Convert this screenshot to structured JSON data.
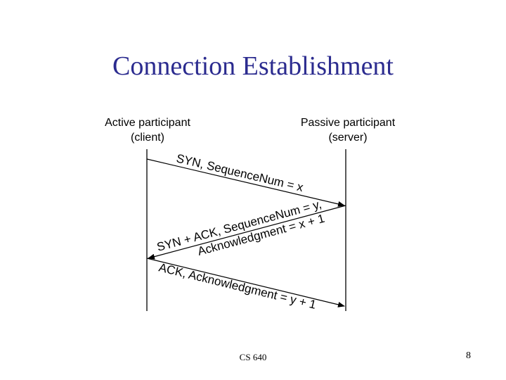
{
  "slide": {
    "title": "Connection Establishment",
    "footer": "CS 640",
    "page_number": "8"
  },
  "participants": {
    "active_line1": "Active participant",
    "active_line2": "(client)",
    "passive_line1": "Passive participant",
    "passive_line2": "(server)"
  },
  "messages": {
    "syn": "SYN, SequenceNum = x",
    "synack_line1": "SYN + ACK, SequenceNum = y,",
    "synack_line2": "Acknowledgment = x + 1",
    "ack": "ACK, Acknowledgment = y + 1"
  },
  "colors": {
    "title": "#2b2b8f",
    "lines": "#000000"
  }
}
